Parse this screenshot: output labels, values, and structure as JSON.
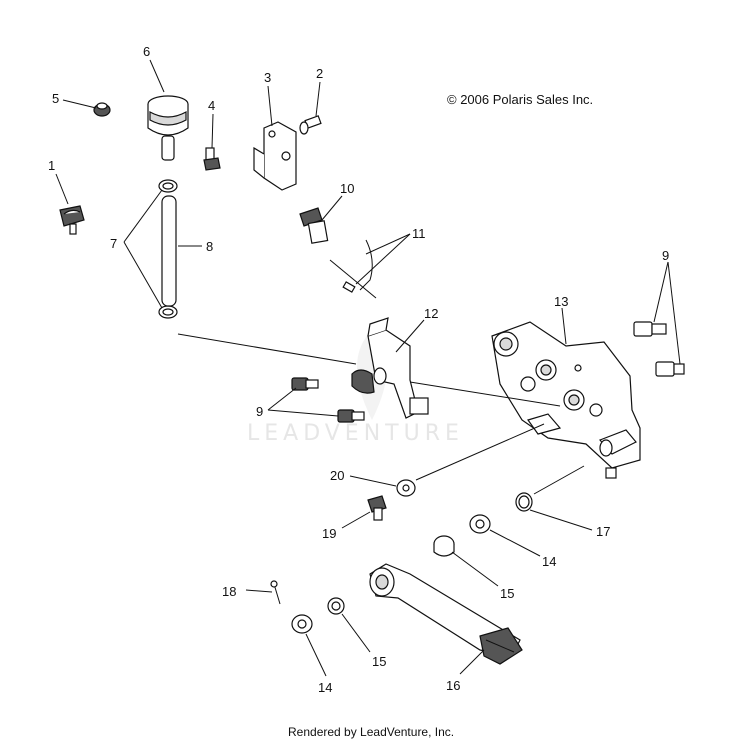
{
  "copyright": "© 2006 Polaris Sales Inc.",
  "watermark": "LEADVENTURE",
  "footer": "Rendered by LeadVenture, Inc.",
  "callouts": {
    "c1": "1",
    "c2": "2",
    "c3": "3",
    "c4": "4",
    "c5": "5",
    "c6": "6",
    "c7": "7",
    "c8": "8",
    "c9a": "9",
    "c9b": "9",
    "c10": "10",
    "c11": "11",
    "c12": "12",
    "c13": "13",
    "c14a": "14",
    "c14b": "14",
    "c15a": "15",
    "c15b": "15",
    "c16": "16",
    "c17": "17",
    "c18": "18",
    "c19": "19",
    "c20": "20"
  }
}
